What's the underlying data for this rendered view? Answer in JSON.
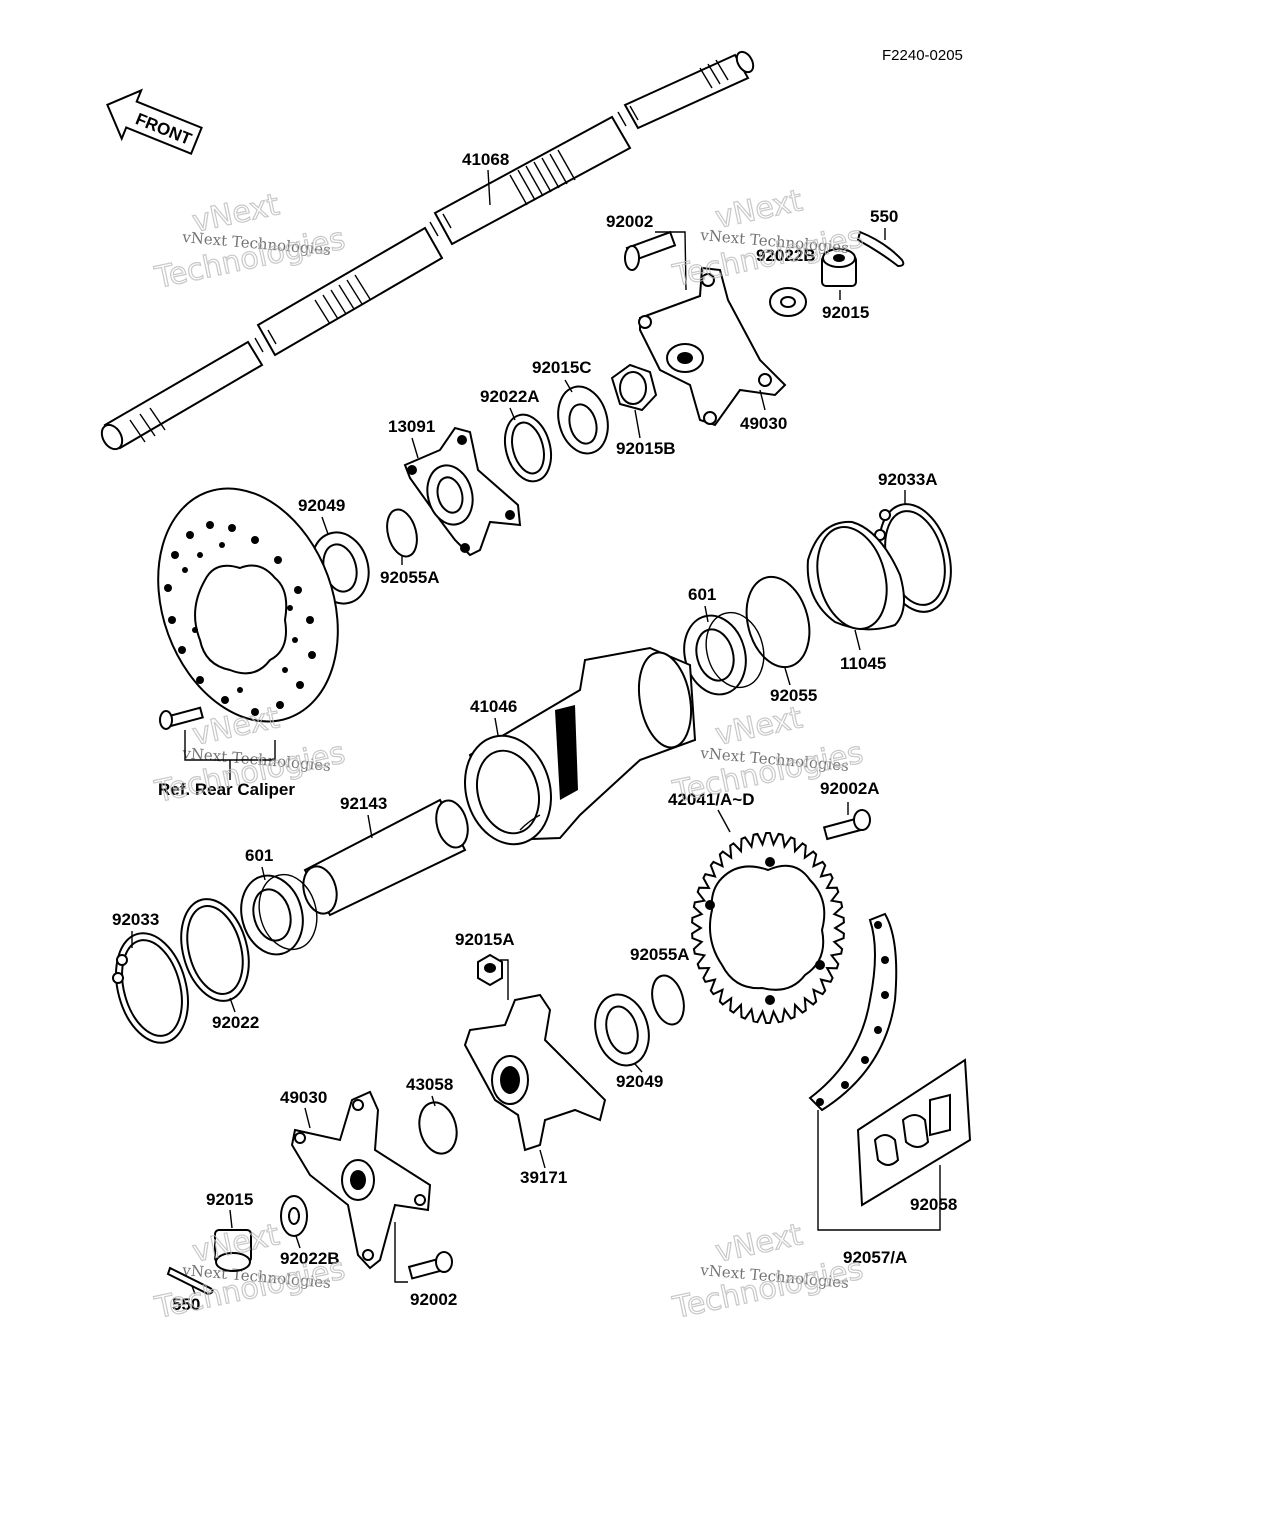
{
  "doc_code": "F2240-0205",
  "front_tag": "FRONT",
  "watermark": {
    "line1": "vNext Technologies",
    "line2": "Technologies",
    "line3": "vNext"
  },
  "labels": {
    "l41068": "41068",
    "l92002_top": "92002",
    "l550_top": "550",
    "l92022B_top": "92022B",
    "l92015_top": "92015",
    "l92015C": "92015C",
    "l92022A": "92022A",
    "l13091": "13091",
    "l92015B": "92015B",
    "l49030_top": "49030",
    "l92033A": "92033A",
    "l92049_top": "92049",
    "l92055A_top": "92055A",
    "l601_top": "601",
    "l11045": "11045",
    "l92055": "92055",
    "l41046": "41046",
    "l_refcaliper": "Ref. Rear Caliper",
    "l92143": "92143",
    "l42041": "42041/A~D",
    "l92002A": "92002A",
    "l601_bot": "601",
    "l92033": "92033",
    "l92015A": "92015A",
    "l92055A_bot": "92055A",
    "l92022": "92022",
    "l92049_bot": "92049",
    "l43058": "43058",
    "l49030_bot": "49030",
    "l39171": "39171",
    "l92058": "92058",
    "l92015_bot": "92015",
    "l92022B_bot": "92022B",
    "l92057": "92057/A",
    "l550_bot": "550",
    "l92002_bot": "92002"
  }
}
